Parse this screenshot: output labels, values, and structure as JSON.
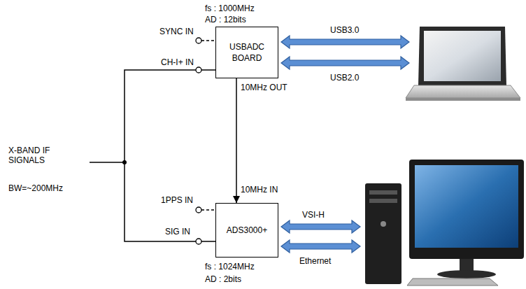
{
  "diagram": {
    "nodes": [
      {
        "text": [
          "USBADC BOARD"
        ]
      },
      {
        "text": [
          "ADS3000+"
        ]
      }
    ],
    "edges": [
      {
        "from": 0,
        "to": 1,
        "arrow": "to"
      }
    ],
    "labels": [
      "fs : 1000MHz",
      "AD : 12bits",
      "SYNC IN",
      "CH-I+ IN",
      "USB3.0",
      "USB2.0",
      "10MHz OUT",
      "10MHz IN",
      "X-BAND IF SIGNALS",
      "BW=~200MHz",
      "1PPS IN",
      "SIG IN",
      "VSI-H",
      "Ethernet",
      "fs : 1024MHz",
      "AD : 2bits"
    ]
  }
}
